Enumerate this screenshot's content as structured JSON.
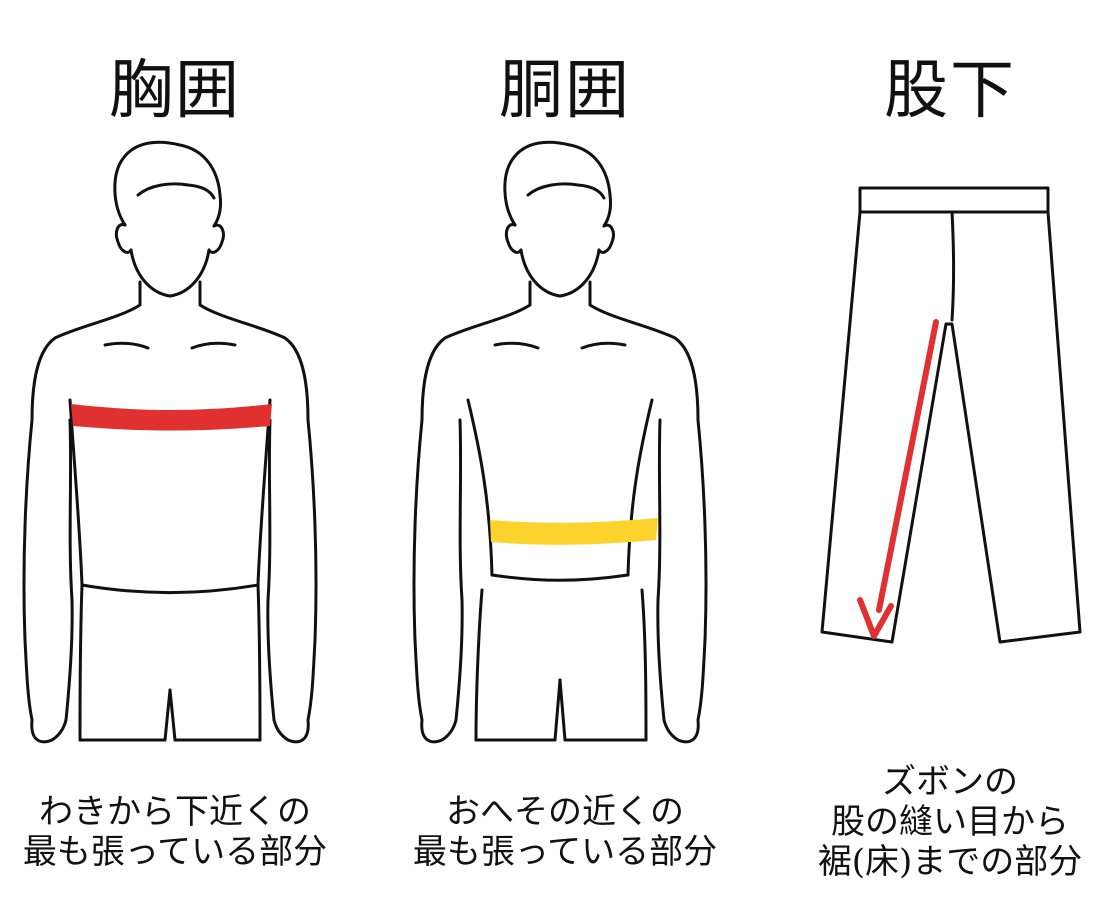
{
  "colors": {
    "chest_band": "#e03030",
    "waist_band": "#fcd22c",
    "arrow": "#e03030",
    "ink": "#111111"
  },
  "panels": [
    {
      "title": "胸囲",
      "caption": [
        "わきから下近くの",
        "最も張っている部分"
      ]
    },
    {
      "title": "胴囲",
      "caption": [
        "おへその近くの",
        "最も張っている部分"
      ]
    },
    {
      "title": "股下",
      "caption": [
        "ズボンの",
        "股の縫い目から",
        "裾(床)までの部分"
      ]
    }
  ]
}
